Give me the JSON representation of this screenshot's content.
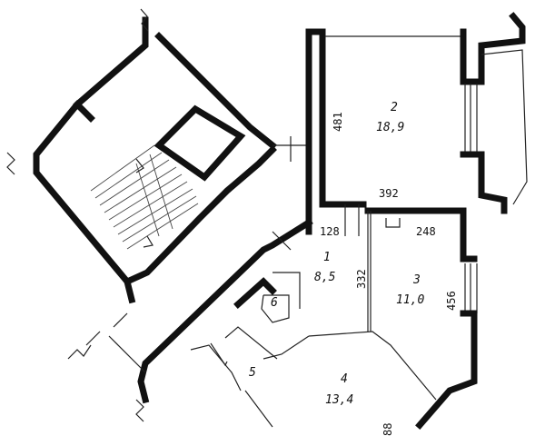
{
  "rooms": [
    {
      "number": "1",
      "area": "8,5"
    },
    {
      "number": "2",
      "area": "18,9"
    },
    {
      "number": "3",
      "area": "11,0"
    },
    {
      "number": "4",
      "area": "13,4"
    },
    {
      "number": "5"
    },
    {
      "number": "6"
    }
  ],
  "dimensions": {
    "d481": "481",
    "d392": "392",
    "d128": "128",
    "d248": "248",
    "d332": "332",
    "d456": "456",
    "d88": "88"
  }
}
